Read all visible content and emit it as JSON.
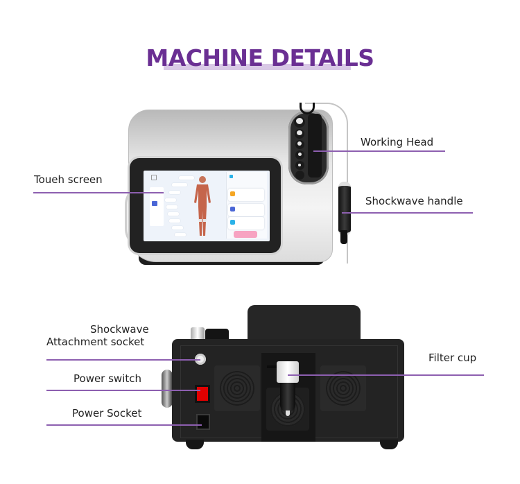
{
  "title": "MACHINE DETAILS",
  "top_machine": {
    "labels": {
      "touch_screen": "Toueh screen",
      "working_head": "Working Head",
      "shockwave_handle": "Shockwave handle"
    }
  },
  "bottom_machine": {
    "labels": {
      "attachment_socket_line1": "Shockwave",
      "attachment_socket_line2": "Attachment socket",
      "power_switch": "Power switch",
      "power_socket": "Power Socket",
      "filter_cup": "Filter cup"
    }
  },
  "colors": {
    "title": "#6a2f93",
    "title_highlight": "#d9c9e6",
    "callout_line": "#8d5fb0",
    "power_switch": "#e10000",
    "screen_button": "#f7a3c2"
  }
}
